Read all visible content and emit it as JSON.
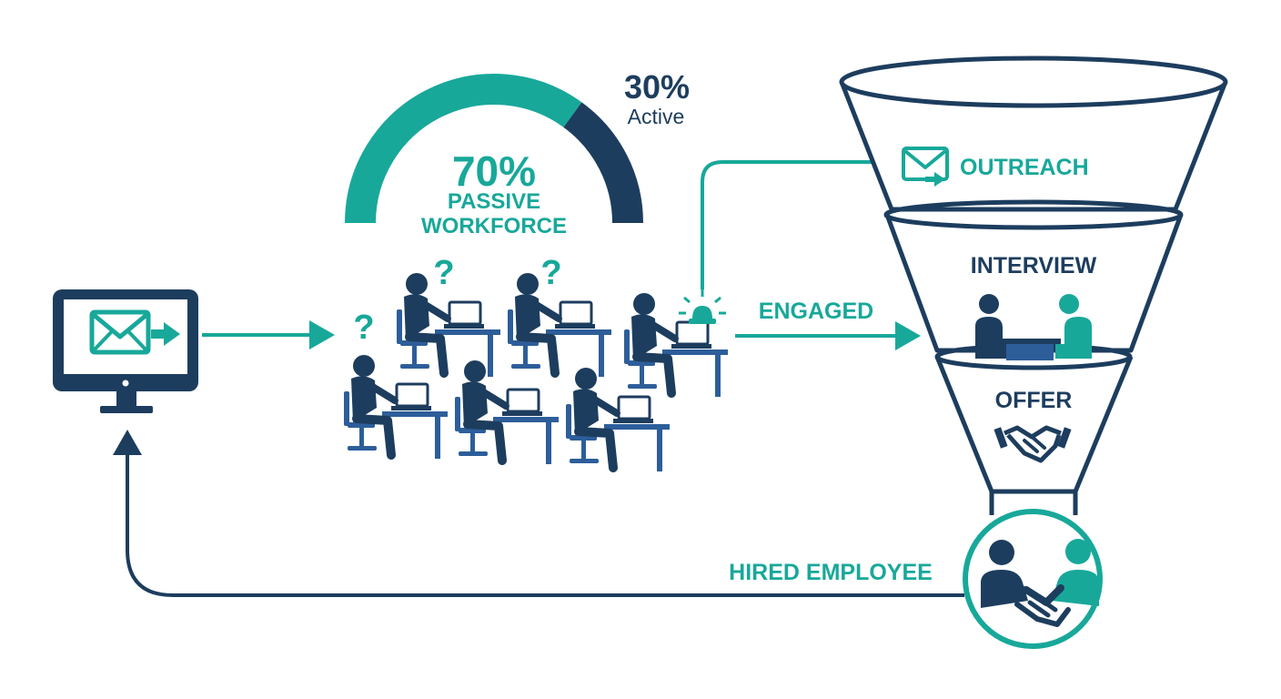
{
  "colors": {
    "teal": "#18a89a",
    "navy": "#1d3d5e",
    "worker_blue": "#2d5e9a",
    "background": "#ffffff"
  },
  "workforce_split": {
    "passive_percent_label": "70%",
    "passive_label_line1": "PASSIVE",
    "passive_label_line2": "WORKFORCE",
    "active_percent_label": "30%",
    "active_label": "Active",
    "passive_share": 0.7,
    "active_share": 0.3
  },
  "flow": {
    "engaged_label": "ENGAGED",
    "hired_label": "HIRED EMPLOYEE"
  },
  "funnel": {
    "stages": [
      {
        "label": "OUTREACH",
        "icon": "mail-arrow-icon"
      },
      {
        "label": "INTERVIEW",
        "icon": "interview-icon"
      },
      {
        "label": "OFFER",
        "icon": "handshake-icon"
      }
    ]
  },
  "question_mark": "?",
  "icons": {
    "monitor": "monitor-mail-icon",
    "alert": "alert-light-icon",
    "hired": "hired-handshake-icon"
  }
}
